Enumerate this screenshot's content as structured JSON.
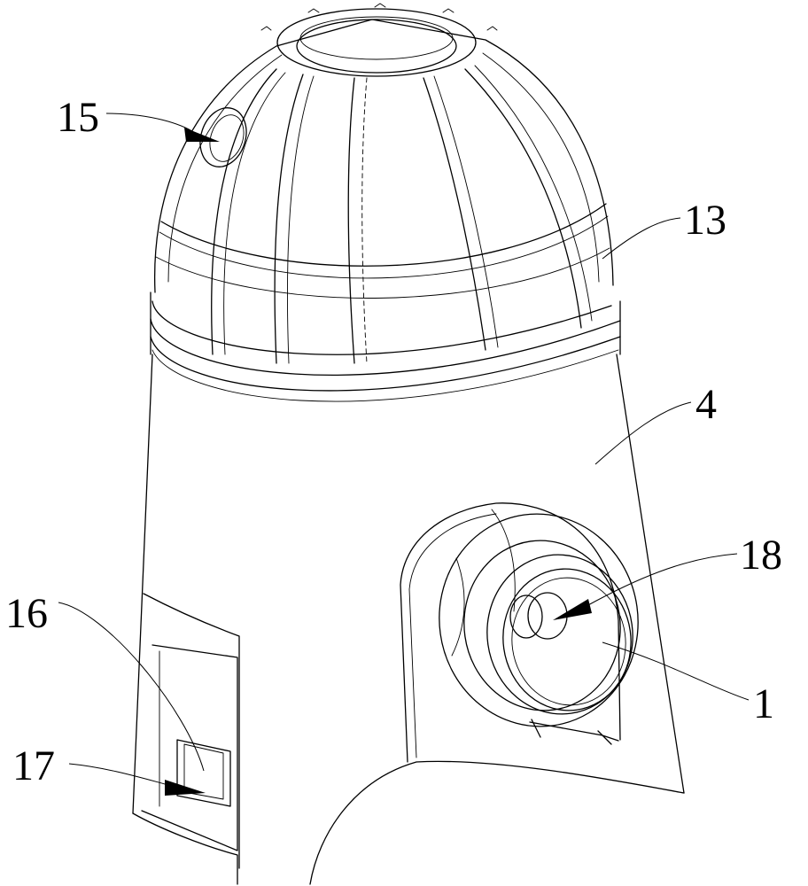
{
  "figure": {
    "callouts": [
      {
        "id": "c15",
        "label": "15"
      },
      {
        "id": "c13",
        "label": "13"
      },
      {
        "id": "c4",
        "label": "4"
      },
      {
        "id": "c18",
        "label": "18"
      },
      {
        "id": "c16",
        "label": "16"
      },
      {
        "id": "c1",
        "label": "1"
      },
      {
        "id": "c17",
        "label": "17"
      }
    ]
  }
}
